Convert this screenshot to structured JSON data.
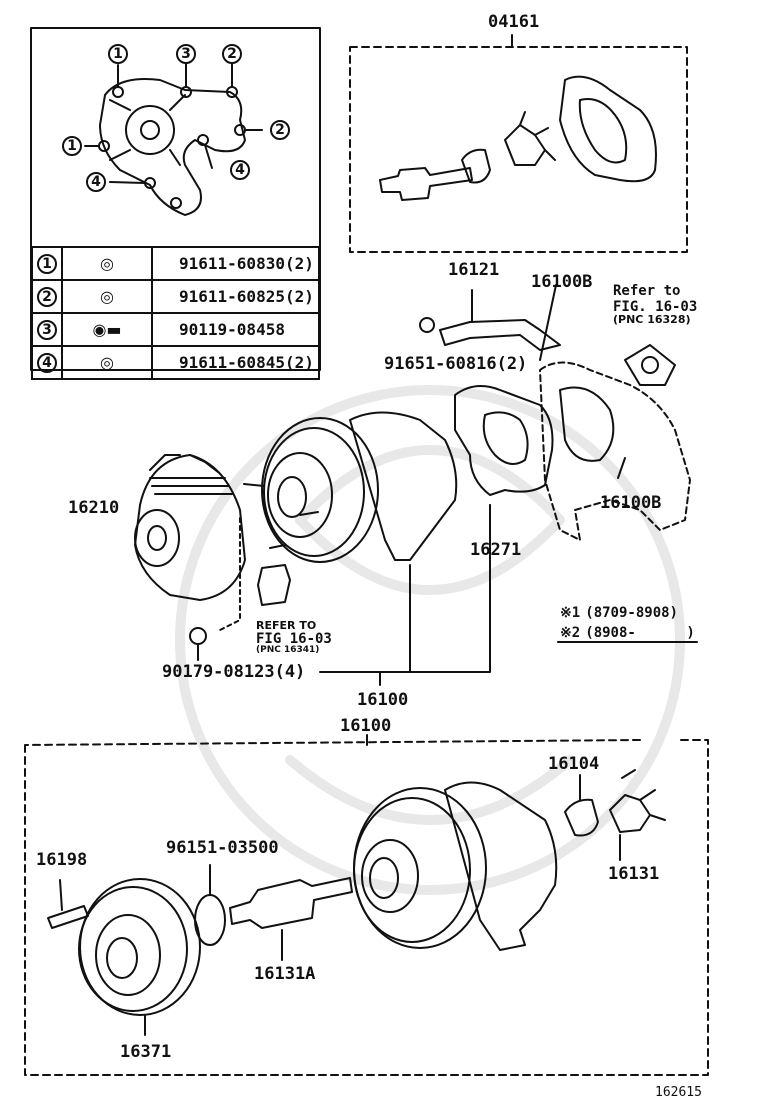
{
  "top_group": {
    "part_number": "04161"
  },
  "bolt_callouts": [
    "1",
    "3",
    "2",
    "1",
    "2",
    "4",
    "4"
  ],
  "bolt_key": [
    {
      "index": "1",
      "icon": "bolt-head-icon",
      "part": "91611-60830(2)"
    },
    {
      "index": "2",
      "icon": "bolt-head-icon",
      "part": "91611-60825(2)"
    },
    {
      "index": "3",
      "icon": "bolt-side-icon",
      "part": "90119-08458"
    },
    {
      "index": "4",
      "icon": "bolt-head-icon",
      "part": "91611-60845(2)"
    }
  ],
  "upper_labels": {
    "bracket": "16121",
    "stud_upper": "16100B",
    "stud_lower": "16100B",
    "bracket_bolt": "91651-60816(2)",
    "fan_coupling": "16210",
    "gasket": "16271",
    "nut": "90179-08123(4)",
    "pump_assy": "16100"
  },
  "refer_upper": {
    "line1": "Refer to",
    "line2": "FIG. 16-03",
    "line3": "(PNC 16328)"
  },
  "refer_lower": {
    "line1": "REFER TO",
    "line2": "FIG  16-03",
    "line3": "(PNC 16341)"
  },
  "notes": [
    {
      "mark": "※1",
      "range": "(8709-8908)"
    },
    {
      "mark": "※2",
      "range": "(8908-      )"
    }
  ],
  "lower_group": {
    "part_number": "16100",
    "stud": "16198",
    "snap_ring": "96151-03500",
    "bearing": "16131A",
    "pulley": "16371",
    "seal": "16104",
    "rotor": "16131"
  },
  "figure_code": "162615"
}
